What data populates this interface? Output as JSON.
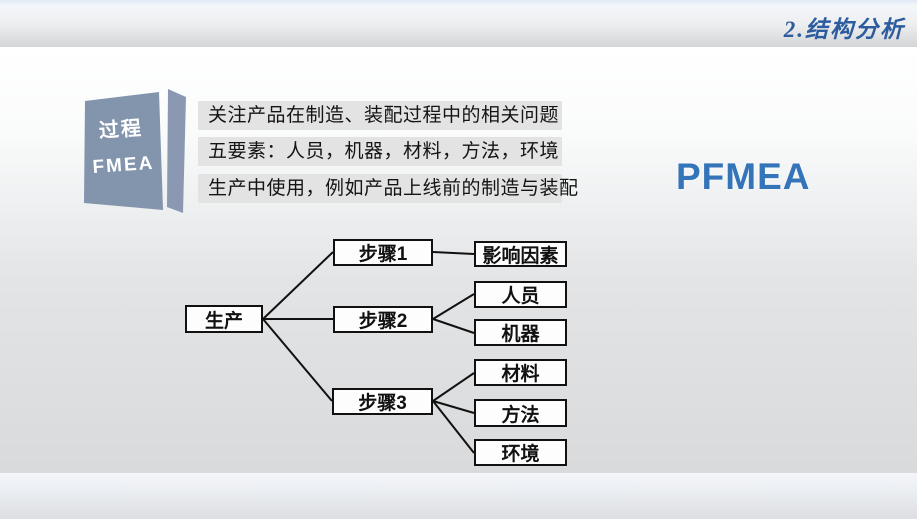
{
  "header": {
    "section_label": "2.结构分析"
  },
  "slide": {
    "cube": {
      "top_label": "过程",
      "bottom_label": "FMEA"
    },
    "bullets": [
      "关注产品在制造、装配过程中的相关问题",
      "五要素：人员，机器，材料，方法，环境",
      "生产中使用，例如产品上线前的制造与装配"
    ],
    "headline": "PFMEA",
    "diagram": {
      "root": {
        "label": "生产"
      },
      "steps": [
        {
          "label": "步骤1"
        },
        {
          "label": "步骤2"
        },
        {
          "label": "步骤3"
        }
      ],
      "factors": [
        {
          "label": "影响因素"
        },
        {
          "label": "人员"
        },
        {
          "label": "机器"
        },
        {
          "label": "材料"
        },
        {
          "label": "方法"
        },
        {
          "label": "环境"
        }
      ]
    }
  },
  "colors": {
    "accent_blue": "#3474b8",
    "title_blue": "#2d5c9e",
    "cube_fill": "#8394ad",
    "bar_gray": "#e3e3e3",
    "node_border": "#111111"
  }
}
